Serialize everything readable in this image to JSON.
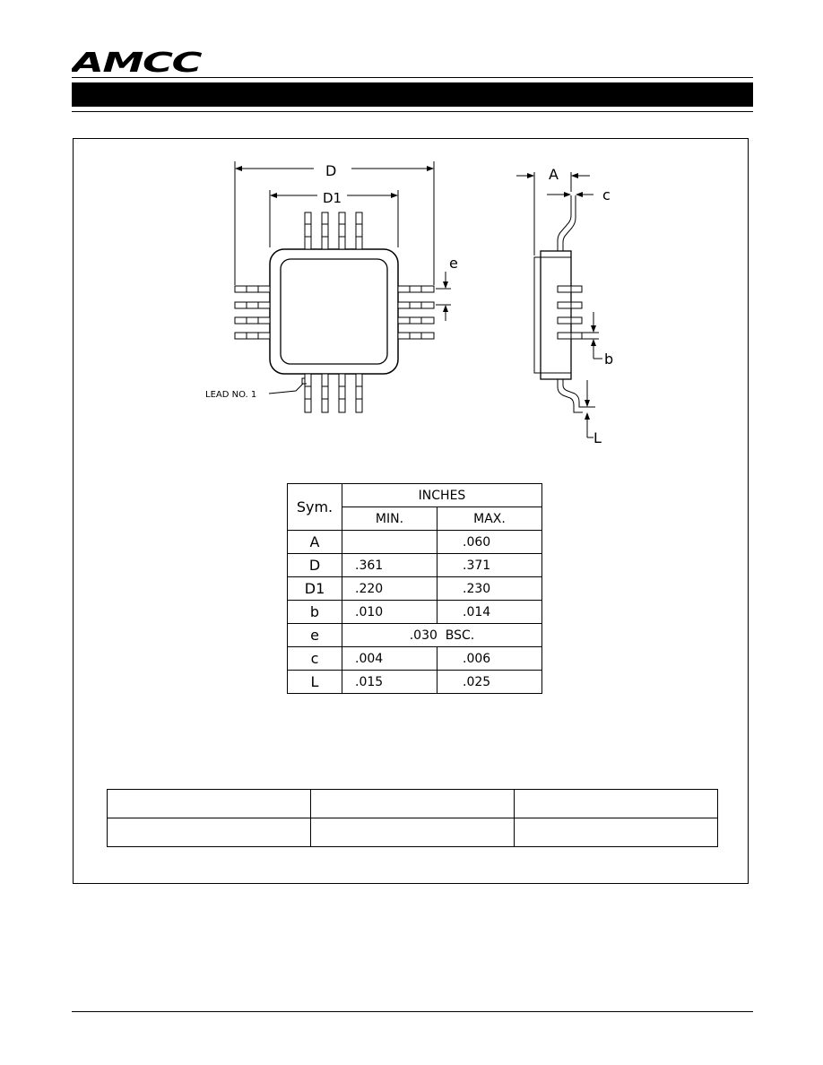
{
  "header": {
    "logo_text": "AMCC"
  },
  "drawing": {
    "top_view": {
      "dim_D": "D",
      "dim_D1": "D1",
      "dim_e": "e",
      "lead_label": "LEAD NO. 1"
    },
    "side_view": {
      "dim_A": "A",
      "dim_c": "c",
      "dim_b": "b",
      "dim_L": "L"
    }
  },
  "dimension_table": {
    "sym_header": "Sym.",
    "units_header": "INCHES",
    "min_header": "MIN.",
    "max_header": "MAX.",
    "rows": [
      {
        "sym": "A",
        "min": "",
        "max": ".060"
      },
      {
        "sym": "D",
        "min": ".361",
        "max": ".371"
      },
      {
        "sym": "D1",
        "min": ".220",
        "max": ".230"
      },
      {
        "sym": "b",
        "min": ".010",
        "max": ".014"
      },
      {
        "sym": "e",
        "span": ".030  BSC."
      },
      {
        "sym": "c",
        "min": ".004",
        "max": ".006"
      },
      {
        "sym": "L",
        "min": ".015",
        "max": ".025"
      }
    ]
  }
}
